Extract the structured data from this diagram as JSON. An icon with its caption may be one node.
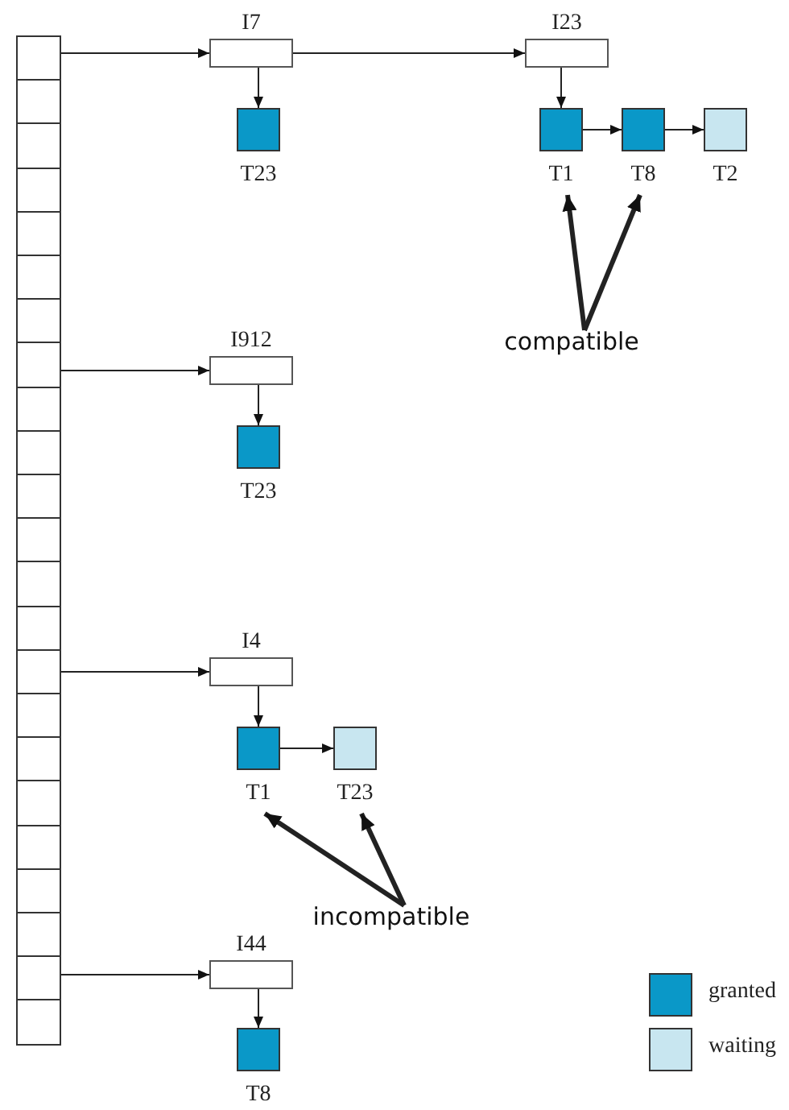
{
  "diagram": {
    "nodes": [
      {
        "text": [],
        "shape": "box"
      },
      {
        "text": [],
        "shape": "box"
      },
      {
        "text": [],
        "shape": "box"
      },
      {
        "text": [],
        "shape": "box"
      },
      {
        "text": [],
        "shape": "box"
      },
      {
        "text": [],
        "shape": "box"
      },
      {
        "text": [],
        "shape": "box"
      },
      {
        "text": [],
        "shape": "box"
      },
      {
        "text": [],
        "shape": "box"
      },
      {
        "text": [],
        "shape": "box"
      },
      {
        "text": [],
        "shape": "box"
      },
      {
        "text": [],
        "shape": "box"
      },
      {
        "text": [],
        "shape": "box"
      },
      {
        "text": [],
        "shape": "box"
      },
      {
        "text": [],
        "shape": "box"
      },
      {
        "text": [],
        "shape": "box"
      },
      {
        "text": [],
        "shape": "box"
      },
      {
        "text": [],
        "shape": "box"
      },
      {
        "text": [],
        "shape": "box"
      },
      {
        "text": [],
        "shape": "box"
      },
      {
        "text": [],
        "shape": "box"
      },
      {
        "text": [],
        "shape": "box"
      },
      {
        "text": [],
        "shape": "box"
      },
      {
        "text": [
          "I7"
        ]
      },
      {
        "text": [
          "I23"
        ]
      },
      {
        "text": [
          "T23"
        ]
      },
      {
        "text": [
          "T1"
        ]
      },
      {
        "text": [
          "T8"
        ]
      },
      {
        "text": [
          "T2"
        ]
      },
      {
        "text": [
          "compatible"
        ]
      },
      {
        "text": [
          "I912"
        ]
      },
      {
        "text": [
          "T23"
        ]
      },
      {
        "text": [
          "I4"
        ]
      },
      {
        "text": [
          "T1"
        ]
      },
      {
        "text": [
          "T23"
        ]
      },
      {
        "text": [
          "incompatible"
        ]
      },
      {
        "text": [
          "I44"
        ]
      },
      {
        "text": [
          "T8"
        ]
      }
    ],
    "edges": [
      {
        "from": 0,
        "to": 23,
        "arrow": "to"
      },
      {
        "from": 23,
        "to": 24,
        "arrow": "to"
      },
      {
        "from": 23,
        "to": 25,
        "arrow": "to"
      },
      {
        "from": 24,
        "to": 26,
        "arrow": "to"
      },
      {
        "from": 26,
        "to": 27,
        "arrow": "to"
      },
      {
        "from": 27,
        "to": 28,
        "arrow": "to"
      },
      {
        "from": 29,
        "to": 26,
        "arrow": "to",
        "style": "thick"
      },
      {
        "from": 29,
        "to": 27,
        "arrow": "to",
        "style": "thick"
      },
      {
        "from": 7,
        "to": 30,
        "arrow": "to"
      },
      {
        "from": 30,
        "to": 31,
        "arrow": "to"
      },
      {
        "from": 14,
        "to": 32,
        "arrow": "to"
      },
      {
        "from": 32,
        "to": 33,
        "arrow": "to"
      },
      {
        "from": 33,
        "to": 34,
        "arrow": "to"
      },
      {
        "from": 35,
        "to": 33,
        "arrow": "to",
        "style": "thick"
      },
      {
        "from": 35,
        "to": 34,
        "arrow": "to",
        "style": "thick"
      },
      {
        "from": 21,
        "to": 36,
        "arrow": "to"
      },
      {
        "from": 36,
        "to": 37,
        "arrow": "to"
      }
    ],
    "legend": [
      {
        "text": "granted",
        "color": "#0a98c8"
      },
      {
        "text": "waiting",
        "color": "#c8e6f0"
      }
    ]
  }
}
